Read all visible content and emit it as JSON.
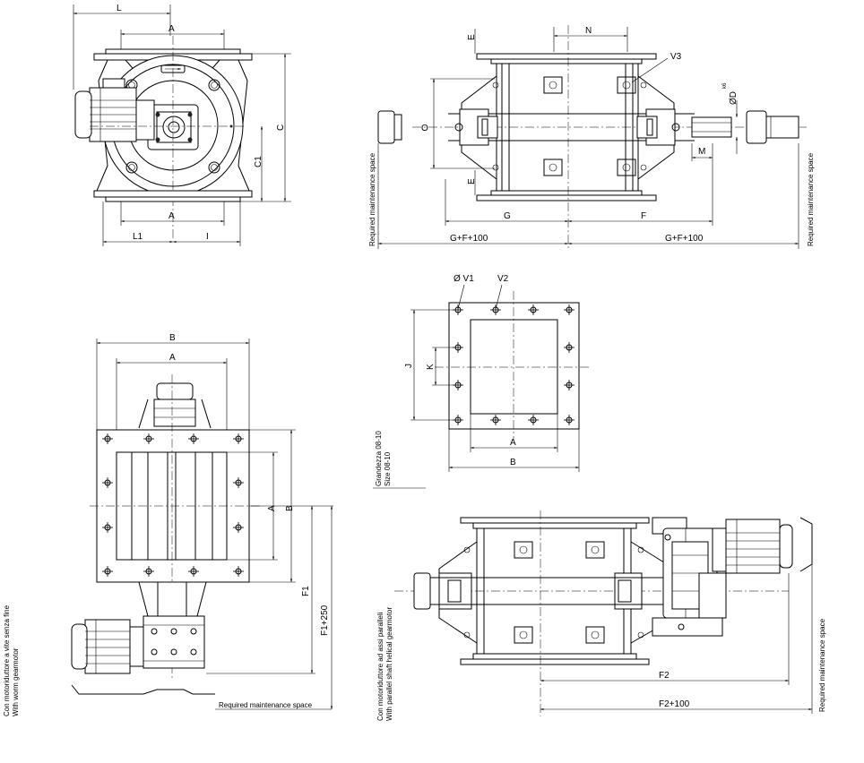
{
  "views": {
    "front": {
      "labels": {
        "L": "L",
        "A_top": "A",
        "A_bottom": "A",
        "C": "C",
        "C1": "C1",
        "L1": "L1",
        "I": "I"
      }
    },
    "side": {
      "labels": {
        "N": "N",
        "V3": "V3",
        "E_top": "E",
        "E_bottom": "E",
        "O": "O",
        "D": "ØD",
        "D_tol": "k6",
        "M": "M",
        "G": "G",
        "F": "F",
        "GF100_left": "G+F+100",
        "GF100_right": "G+F+100",
        "maint_left": "Required maintenance space",
        "maint_right": "Required maintenance space"
      }
    },
    "flange": {
      "labels": {
        "V1": "Ø V1",
        "V2": "V2",
        "J": "J",
        "K": "K",
        "A": "A",
        "B": "B"
      },
      "size_it": "Grandezza 08-10",
      "size_en": "Size 08-10"
    },
    "top_worm": {
      "labels": {
        "B": "B",
        "A_top": "A",
        "A_side": "A",
        "B_side": "B",
        "F1": "F1",
        "F1_250": "F1+250",
        "maint": "Required maintenance space"
      },
      "caption_it": "Con motoriduttore a vite senza fine",
      "caption_en": "With worm gearmotor"
    },
    "side_helical": {
      "labels": {
        "F2": "F2",
        "F2_100": "F2+100",
        "maint": "Required maintenance space"
      },
      "caption_it": "Con motoriduttore ad assi paralleli",
      "caption_en": "With parallel shaft helical gearmotor"
    }
  }
}
